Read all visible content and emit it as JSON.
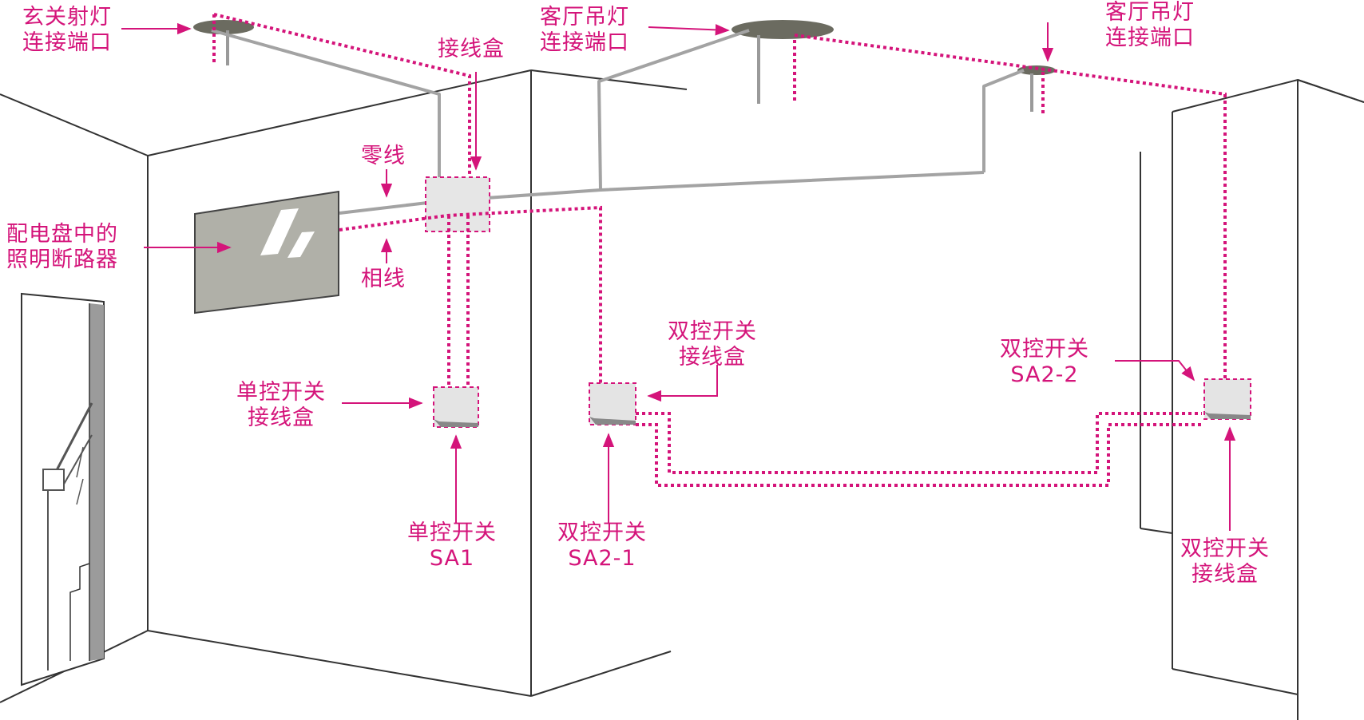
{
  "colors": {
    "accent": "#d4147a",
    "neutral_wire": "#a3a3a3",
    "panel": "#b0b0a8",
    "wall_line": "#333333"
  },
  "labels": {
    "foyer_spotlight_port": [
      "玄关射灯",
      "连接端口"
    ],
    "junction_box": "接线盒",
    "living_chandelier_port_1": [
      "客厅吊灯",
      "连接端口"
    ],
    "living_chandelier_port_2": [
      "客厅吊灯",
      "连接端口"
    ],
    "neutral_wire": "零线",
    "phase_wire": "相线",
    "distribution_breaker": [
      "配电盘中的",
      "照明断路器"
    ],
    "single_switch_box": [
      "单控开关",
      "接线盒"
    ],
    "single_switch": [
      "单控开关",
      "SA1"
    ],
    "two_way_switch_box_1": [
      "双控开关",
      "接线盒"
    ],
    "two_way_switch_1": [
      "双控开关",
      "SA2-1"
    ],
    "two_way_switch_2": [
      "双控开关",
      "SA2-2"
    ],
    "two_way_switch_box_2": [
      "双控开关",
      "接线盒"
    ]
  }
}
